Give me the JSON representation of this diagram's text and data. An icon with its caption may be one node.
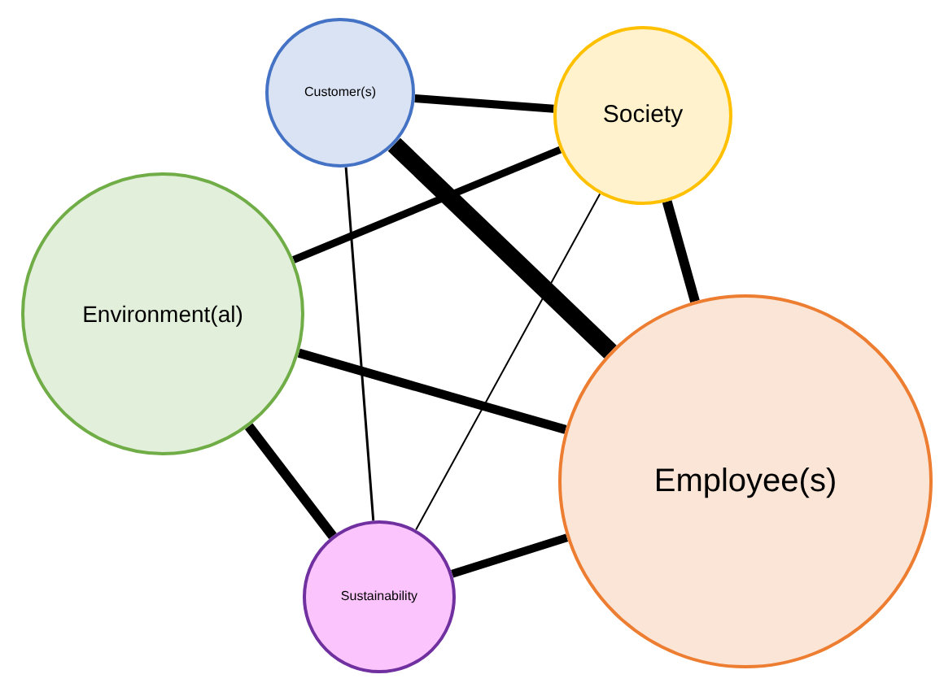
{
  "diagram": {
    "nodes": [
      {
        "text": [
          "Customer(s)"
        ]
      },
      {
        "text": [
          "Society"
        ]
      },
      {
        "text": [
          "Environment(al)"
        ]
      },
      {
        "text": [
          "Employee(s)"
        ]
      },
      {
        "text": [
          "Sustainability"
        ]
      }
    ],
    "edges": [
      {
        "from": 0,
        "to": 1,
        "arrow": "none"
      },
      {
        "from": 0,
        "to": 3,
        "arrow": "none",
        "style": "thick"
      },
      {
        "from": 0,
        "to": 4,
        "arrow": "none"
      },
      {
        "from": 1,
        "to": 2,
        "arrow": "none"
      },
      {
        "from": 1,
        "to": 3,
        "arrow": "none"
      },
      {
        "from": 1,
        "to": 4,
        "arrow": "none"
      },
      {
        "from": 2,
        "to": 3,
        "arrow": "none"
      },
      {
        "from": 2,
        "to": 4,
        "arrow": "none"
      },
      {
        "from": 4,
        "to": 3,
        "arrow": "none"
      }
    ]
  }
}
